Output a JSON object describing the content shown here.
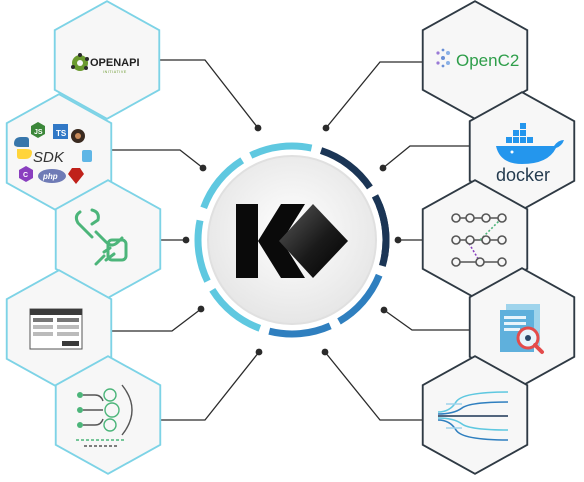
{
  "colors": {
    "hex_fill": "#f7f7f7",
    "hex_stroke_left": "#7dd3e6",
    "hex_stroke_right": "#2f3a44",
    "connector": "#2b2b2b",
    "ring_light": "#5fc8e0",
    "ring_mid": "#2f7fbf",
    "ring_dark": "#1b3555",
    "openc2_green": "#2e9e4a",
    "docker_blue": "#2496ed",
    "tool_green": "#4cb57a"
  },
  "center": {
    "logo_name": "k-logo"
  },
  "nodes": {
    "openapi": {
      "title": "OPENAPI",
      "subtitle": "INITIATIVE",
      "icon": "openapi-logo"
    },
    "sdk": {
      "title": "SDK",
      "badges": [
        "JS",
        "TS",
        "php"
      ],
      "icon": "sdk-languages"
    },
    "tools": {
      "icon": "wrench-hand-icon"
    },
    "form": {
      "icon": "form-table-icon"
    },
    "pipeline": {
      "icon": "gear-pipeline-icon"
    },
    "openc2": {
      "title": "OpenC2",
      "icon": "openc2-logo"
    },
    "docker": {
      "title": "docker",
      "icon": "docker-whale-logo"
    },
    "workflow": {
      "icon": "workflow-nodes-icon"
    },
    "document_search": {
      "icon": "document-search-icon"
    },
    "data_streams": {
      "icon": "data-streams-icon"
    }
  }
}
